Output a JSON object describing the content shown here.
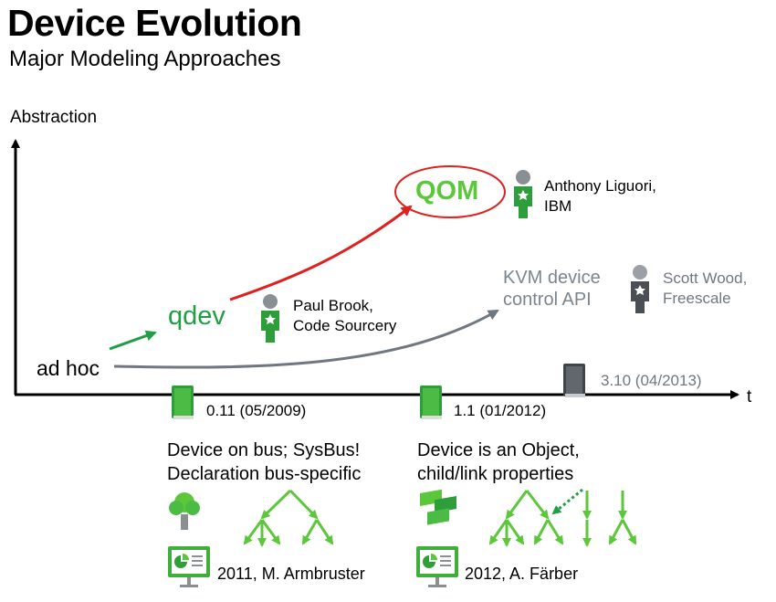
{
  "header": {
    "title": "Device Evolution",
    "subtitle": "Major Modeling Approaches"
  },
  "axes": {
    "y_label": "Abstraction",
    "x_label": "t"
  },
  "nodes": {
    "adhoc": "ad hoc",
    "qdev": "qdev",
    "qom": "QOM",
    "kvm_line1": "KVM device",
    "kvm_line2": "control API"
  },
  "people": {
    "liguori_name": "Anthony Liguori,",
    "liguori_org": "IBM",
    "brook_name": "Paul Brook,",
    "brook_org": "Code Sourcery",
    "wood_name": "Scott Wood,",
    "wood_org": "Freescale"
  },
  "releases": {
    "r1": "0.11 (05/2009)",
    "r2": "1.1 (01/2012)",
    "r3": "3.10 (04/2013)"
  },
  "features": {
    "qdev_line1": "Device on bus; SysBus!",
    "qdev_line2": "Declaration bus-specific",
    "qom_line1": "Device is an Object,",
    "qom_line2": "child/link properties"
  },
  "credits": {
    "qdev": "2011, M. Armbruster",
    "qom": "2012, A. Färber"
  },
  "colors": {
    "green_dark": "#1f9e43",
    "green_light": "#5cc73a",
    "red": "#e0201f",
    "gray": "#6f7780"
  }
}
